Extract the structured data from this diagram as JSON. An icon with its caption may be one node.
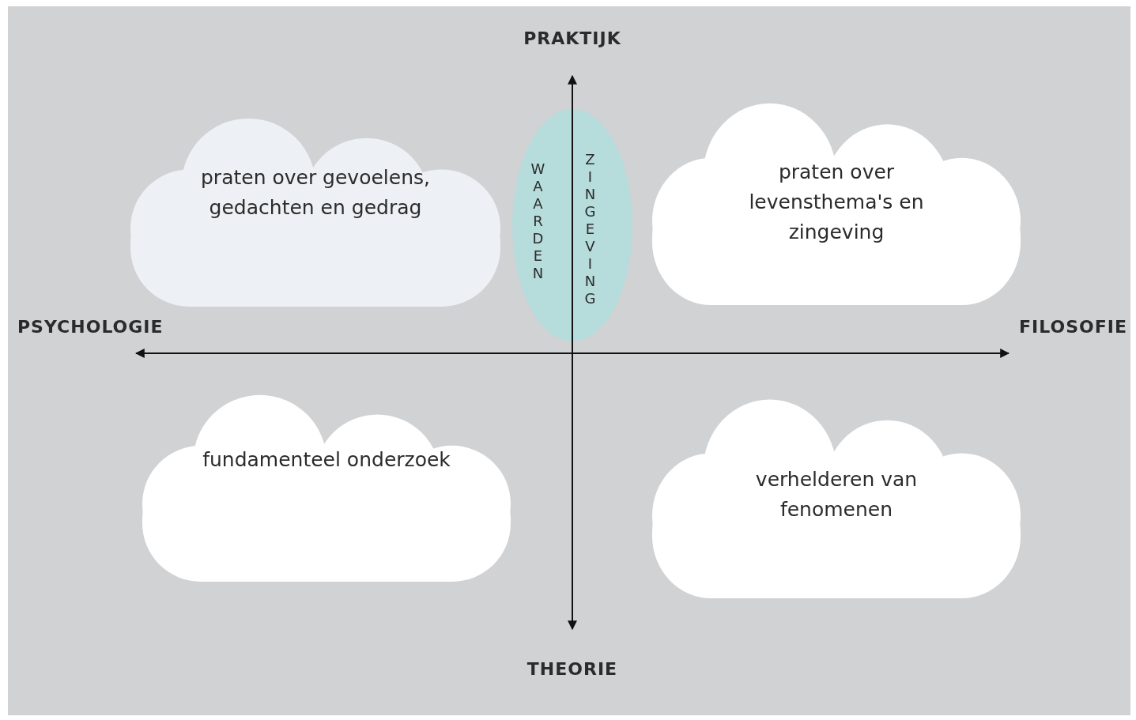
{
  "diagram": {
    "nodes": [
      {
        "text": [
          "praten over gevoelens, gedachten en gedrag"
        ]
      },
      {
        "text": [
          "WAARDEN",
          "ZINGEVING"
        ]
      },
      {
        "text": [
          "praten over levensthema's en zingeving"
        ]
      },
      {
        "text": [
          "fundamenteel onderzoek"
        ]
      },
      {
        "text": [
          "verhelderen van fenomenen"
        ]
      }
    ],
    "labels": [
      "PRAKTIJK",
      "PSYCHOLOGIE",
      "FILOSOFIE",
      "THEORIE"
    ]
  }
}
